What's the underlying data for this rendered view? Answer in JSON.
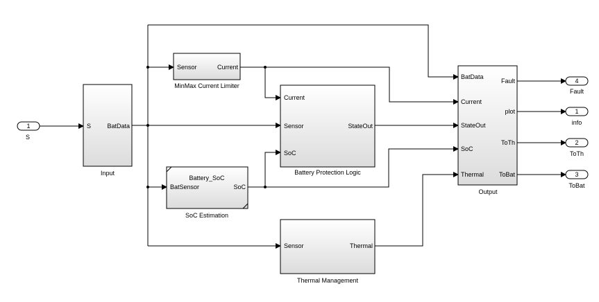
{
  "inports": [
    {
      "number": "1",
      "name": "S"
    }
  ],
  "blocks": {
    "input": {
      "name": "Input",
      "inputs": [
        "S"
      ],
      "outputs": [
        "BatData"
      ]
    },
    "minmax": {
      "name": "MinMax Current Limiter",
      "inputs": [
        "Sensor"
      ],
      "outputs": [
        "Current"
      ]
    },
    "bpl": {
      "name": "Battery Protection Logic",
      "inputs": [
        "Current",
        "Sensor",
        "SoC"
      ],
      "outputs": [
        "StateOut"
      ]
    },
    "soc": {
      "name": "SoC Estimation",
      "title": "Battery_SoC",
      "inputs": [
        "BatSensor"
      ],
      "outputs": [
        "SoC"
      ]
    },
    "thermal": {
      "name": "Thermal Management",
      "inputs": [
        "Sensor"
      ],
      "outputs": [
        "Thermal"
      ]
    },
    "output": {
      "name": "Output",
      "inputs": [
        "BatData",
        "Current",
        "StateOut",
        "SoC",
        "Thermal"
      ],
      "outputs": [
        "Fault",
        "plot",
        "ToTh",
        "ToBat"
      ]
    }
  },
  "outports": [
    {
      "number": "4",
      "name": "Fault"
    },
    {
      "number": "1",
      "name": "info"
    },
    {
      "number": "2",
      "name": "ToTh"
    },
    {
      "number": "3",
      "name": "ToBat"
    }
  ]
}
